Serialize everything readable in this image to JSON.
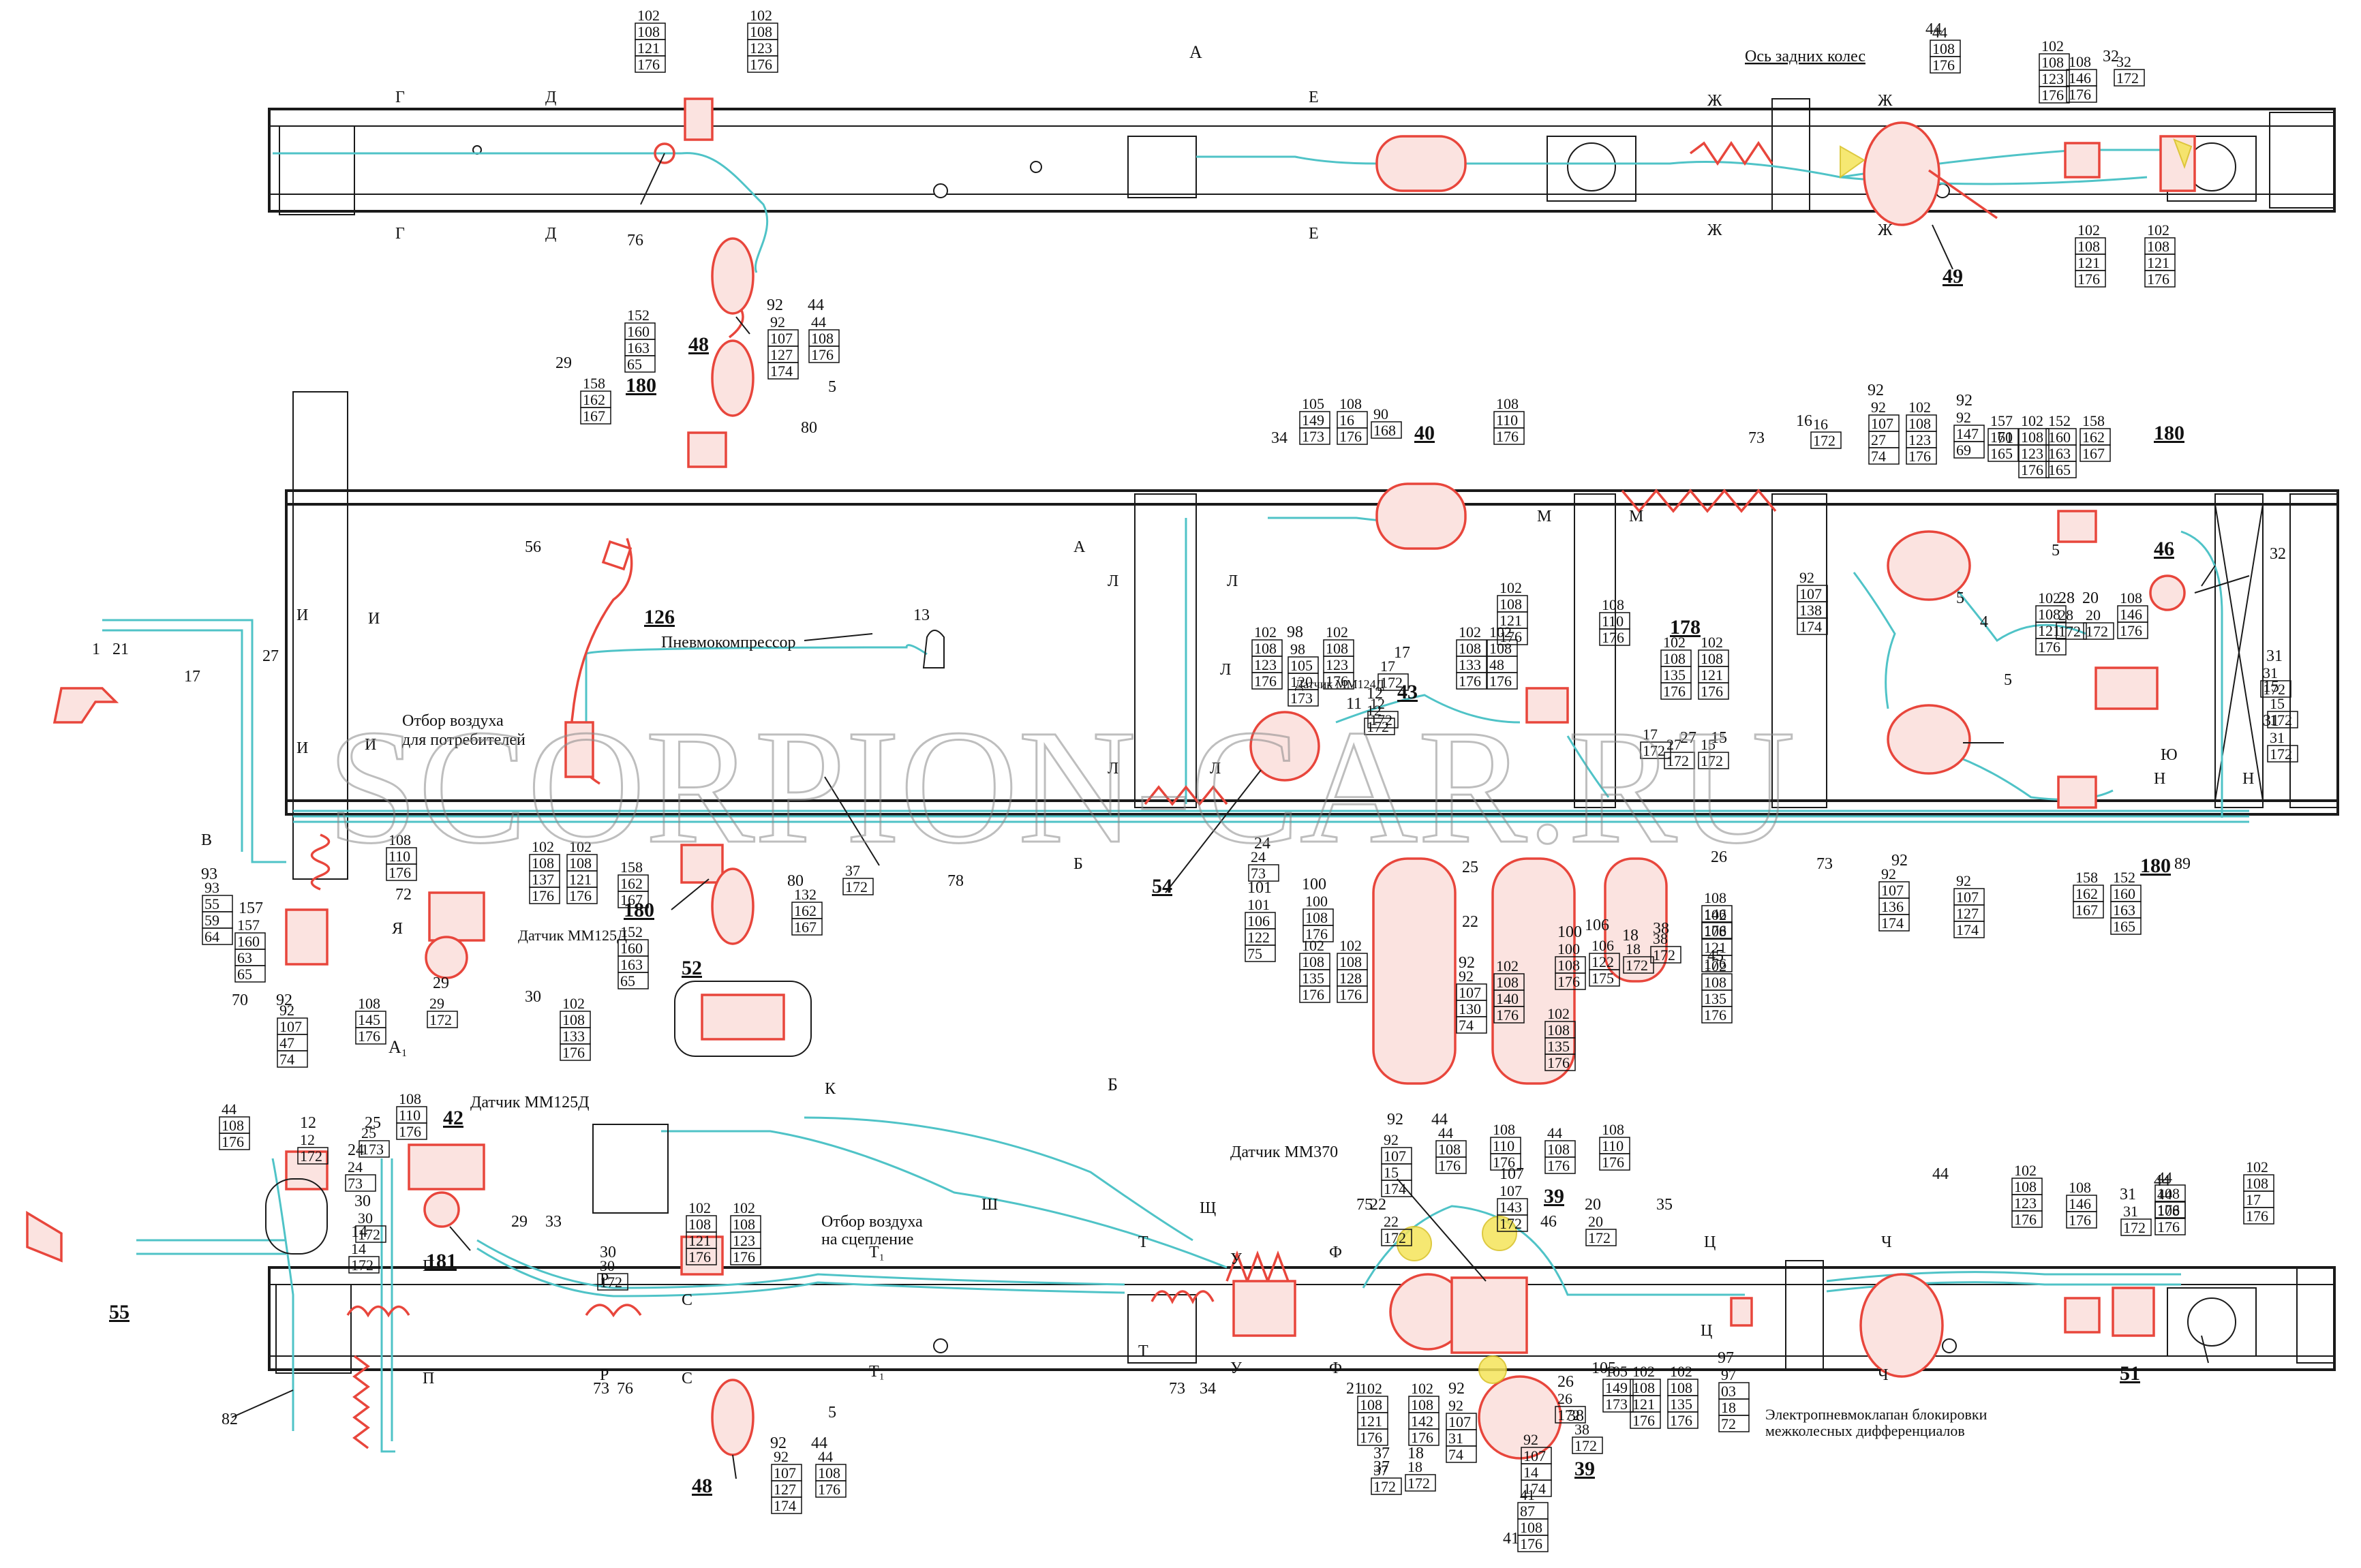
{
  "views": {
    "a": "А",
    "b": "Б",
    "a1": "А₁"
  },
  "notes": {
    "rear_axle": "Ось задних колес",
    "compressor": "Пневмокомпрессор",
    "air_tap_consumers_1": "Отбор воздуха",
    "air_tap_consumers_2": "для потребителей",
    "sensor_mm125d_1": "Датчик ММ125Д",
    "sensor_mm125d_2": "Датчик ММ125Д",
    "sensor_mm370": "Датчик ММ370",
    "sensor_mm124d": "Датчик ММ124Д",
    "air_tap_coupling_1": "Отбор воздуха",
    "air_tap_coupling_2": "на сцепление",
    "valve_1": "Электропневмоклапан блокировки",
    "valve_2": "межколесных дифференциалов"
  },
  "watermark": "SCORPION-CAR.RU",
  "callouts_bold": {
    "c49": "49",
    "c48a": "48",
    "c180a": "180",
    "c40": "40",
    "c126": "126",
    "c178": "178",
    "c43": "43",
    "c46": "46",
    "c180b": "180",
    "c54": "54",
    "c180c": "180",
    "c52": "52",
    "c180d": "180",
    "c42": "42",
    "c181": "181",
    "c55": "55",
    "c48b": "48",
    "c39a": "39",
    "c39b": "39",
    "c51": "51"
  },
  "callouts": {
    "n76a": "76",
    "n44a": "44",
    "n32a": "32",
    "n92a": "92",
    "n44b": "44",
    "n5a": "5",
    "n29a": "29",
    "n56": "56",
    "n80a": "80",
    "n34a": "34",
    "n13": "13",
    "n73a": "73",
    "n16": "16",
    "n92b": "92",
    "n92c": "92",
    "n71": "71",
    "n5b": "5",
    "n5c": "5",
    "n4": "4",
    "n5d": "5",
    "n32b": "32",
    "n31a": "31",
    "n15a": "15",
    "n31b": "31",
    "n1": "1",
    "n21a": "21",
    "n17a": "17",
    "n27a": "27",
    "n11": "11",
    "n12a": "12",
    "n17b": "17",
    "n98": "98",
    "n24a": "24",
    "n25a": "25",
    "n26a": "26",
    "n73b": "73",
    "n89": "89",
    "n92d": "92",
    "n78": "78",
    "n72": "72",
    "n93": "93",
    "n157a": "157",
    "n70": "70",
    "n92e": "92",
    "n30a": "30",
    "n29b": "29",
    "n80b": "80",
    "n101": "101",
    "n100a": "100",
    "n22a": "22",
    "n92f": "92",
    "n100b": "100",
    "n106": "106",
    "n18a": "18",
    "n38a": "38",
    "n45": "45",
    "n44c": "44",
    "n12b": "12",
    "n25b": "25",
    "n24b": "24",
    "n30b": "30",
    "n14": "14",
    "n29c": "29",
    "n33": "33",
    "n30c": "30",
    "n75": "75",
    "n22b": "22",
    "n92g": "92",
    "n107": "107",
    "n46": "46",
    "n20a": "20",
    "n35": "35",
    "n44d": "44",
    "n31c": "31",
    "n44e": "44",
    "n82": "82",
    "n73c": "73",
    "n76b": "76",
    "n73d": "73",
    "n34b": "34",
    "n5e": "5",
    "n92h": "92",
    "n44f": "44",
    "n21b": "21",
    "n37a": "37",
    "n18b": "18",
    "n92i": "92",
    "n26b": "26",
    "n38b": "38",
    "n105a": "105",
    "n97": "97",
    "n41": "41",
    "n37b": "37",
    "n20b": "20",
    "n28": "28",
    "n15b": "15",
    "n27b": "27"
  },
  "stacks": {
    "s1": "102 108 121 176",
    "s2": "102 108 123 176",
    "s3": "44 108 176",
    "s4": "102 108 123 176",
    "s5": "108 146 176",
    "s6": "32 172",
    "s7": "102 108 121 176",
    "s8": "102 108 121 176",
    "s9": "92 107 127 174",
    "s10": "44 108 176",
    "s11": "152 160 163 65",
    "s12": "158 162 167",
    "s13": "105 149 173",
    "s14": "108 16 176",
    "s15": "90 168",
    "s16": "108 110 176",
    "s17": "16 172",
    "s18": "92 107 27 74",
    "s19": "102 108 123 176",
    "s20": "92 147 69",
    "s21": "157 160 165",
    "s22": "102 108 123 176",
    "s23": "152 160 163 165",
    "s24": "158 162 167",
    "s25": "92 107 138 174",
    "s26": "102 108 121 176",
    "s27": "28 172",
    "s28": "20 172",
    "s29": "108 146 176",
    "s30": "31 172",
    "s31": "102 108 123 176",
    "s32": "98 105 120 173",
    "s33": "102 108 123 176",
    "s34": "17 172",
    "s35": "12 172",
    "s36": "102 108 133 176",
    "s37": "102 108 48 176",
    "s38": "102 108 121 176",
    "s39": "108 110 176",
    "s40": "102 108 135 176",
    "s41": "102 108 121 176",
    "s42": "17 172",
    "s43": "27 172",
    "s44": "15 172",
    "s45": "108 110 176",
    "s46": "102 108 137 176",
    "s47": "102 108 121 176",
    "s48": "158 162 167",
    "s49": "152 160 163 65",
    "s50": "93 55 59 64",
    "s51": "157 160 63 65",
    "s52": "92 107 47 74",
    "s53": "108 145 176",
    "s54": "29 172",
    "s55": "102 108 133 176",
    "s56": "132 162 167",
    "s57": "37 172",
    "s58": "24 73",
    "s59": "101 106 122 75",
    "s60": "100 108 176",
    "s61": "102 108 135 176",
    "s62": "102 108 128 176",
    "s63": "92 107 130 74",
    "s64": "102 108 140 176",
    "s65": "100 108 176",
    "s66": "102 108 135 176",
    "s67": "106 122 175",
    "s68": "18 172",
    "s69": "38 172",
    "s70": "108 146 176",
    "s71": "102 108 135 176",
    "s72": "102 108 121 176",
    "s73": "44 108 176",
    "s74": "108 110 176",
    "s75": "44 108 176",
    "s76": "108 110 176",
    "s77": "92 107 136 174",
    "s78": "92 107 127 174",
    "s79": "158 162 167",
    "s80": "152 160 163 165",
    "s81": "44 108 176",
    "s82": "12 172",
    "s83": "108 110 176",
    "s84": "25 173",
    "s85": "24 73",
    "s86": "30 172",
    "s87": "14 172",
    "s88": "30 172",
    "s89": "102 108 121 176",
    "s90": "102 108 123 176",
    "s91": "92 107 15 174",
    "s92": "22 172",
    "s93": "107 143 172",
    "s94": "20 172",
    "s95": "102 108 123 176",
    "s96": "108 146 176",
    "s97": "31 172",
    "s98": "44 108 176",
    "s99": "102 108 17 176",
    "s100": "44 108 176",
    "s101": "102 108 121 176",
    "s102": "102 108 142 176",
    "s103": "92 107 31 74",
    "s104": "105 149 173",
    "s105": "102 108 121 176",
    "s106": "102 108 135 176",
    "s107": "97 03 18 72",
    "s108": "92 107 14 174",
    "s109": "41 87 108 176",
    "s110": "18 172",
    "s111": "37 172",
    "s112": "92 107 127 174",
    "s113": "44 108 176",
    "s114": "26 172",
    "s115": "38 172",
    "s116": "12 172",
    "s117": "15 172",
    "s118": "31 172"
  },
  "section_marks": {
    "g": "Г",
    "d": "Д",
    "e": "Е",
    "zh": "Ж",
    "m": "М",
    "l": "Л",
    "i": "И",
    "n": "Н",
    "yu": "Ю",
    "ya": "Я",
    "v": "В",
    "k": "К",
    "sh": "Ш",
    "shch": "Щ",
    "t": "Т",
    "t1": "Т₁",
    "u": "У",
    "f": "Ф",
    "ts": "Ц",
    "ch": "Ч",
    "p": "П",
    "r": "Р",
    "s": "С",
    "a": "А",
    "b": "Б"
  }
}
